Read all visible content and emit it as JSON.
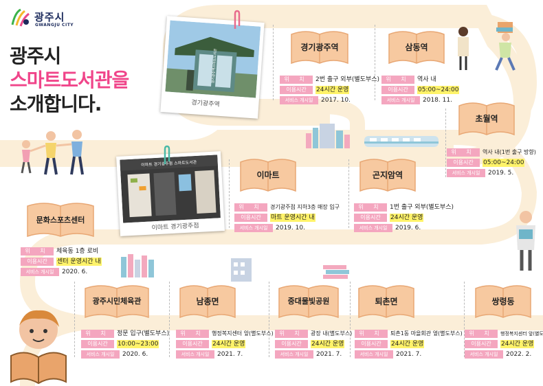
{
  "logo": {
    "name": "광주시",
    "sub": "GWANGJU CITY",
    "colors": {
      "navy": "#1b2a5c",
      "pink": "#e84a8b",
      "yellow": "#f5b82e",
      "green": "#3bb34a"
    }
  },
  "title": {
    "line1": "광주시",
    "line2": "스마트도서관을",
    "line3": "소개합니다.",
    "accent": "#f0458a"
  },
  "labels": {
    "location": "위 치",
    "hours": "이용시간",
    "started": "서비스 개시일"
  },
  "photos": [
    {
      "caption": "경기광주역",
      "sign": "경기광주역스마트도서관"
    },
    {
      "caption": "이마트 경기광주점",
      "sign": "이마트 경기광주점 스마트도서관"
    }
  ],
  "stations": [
    {
      "name": "경기광주역",
      "location": "2번 출구 외부(별도부스)",
      "hours": "24시간 운영",
      "started": "2017. 10."
    },
    {
      "name": "삼동역",
      "location": "역사 내",
      "hours": "05:00~24:00",
      "started": "2018. 11."
    },
    {
      "name": "초월역",
      "location": "역사 내(1번 출구 방향)",
      "hours": "05:00~24:00",
      "started": "2019. 5."
    },
    {
      "name": "이마트",
      "location": "경기광주점 지하3층 매장 입구",
      "hours": "마트 운영시간 내",
      "started": "2019. 10."
    },
    {
      "name": "곤지암역",
      "location": "1번 출구 외부(별도부스)",
      "hours": "24시간 운영",
      "started": "2019. 6."
    },
    {
      "name": "문화스포츠센터",
      "location": "체육동 1층 로비",
      "hours": "센터 운영시간 내",
      "started": "2020. 6."
    },
    {
      "name": "광주시민체육관",
      "location": "정문 입구(별도부스)",
      "hours": "10:00~23:00",
      "started": "2020. 6."
    },
    {
      "name": "남종면",
      "location": "행정복지센터 앞(별도부스)",
      "hours": "24시간 운영",
      "started": "2021. 7."
    },
    {
      "name": "중대물빛공원",
      "location": "광장 내(별도부스)",
      "hours": "24시간 운영",
      "started": "2021. 7."
    },
    {
      "name": "퇴촌면",
      "location": "퇴촌1동 마을회관 옆(별도부스)",
      "hours": "24시간 운영",
      "started": "2021. 7."
    },
    {
      "name": "쌍령동",
      "location": "행정복지센터 앞(별도부스)",
      "hours": "24시간 운영",
      "started": "2022. 2."
    }
  ],
  "colors": {
    "road": "#fbeed8",
    "label_bg": "#f4a6bf",
    "highlight": "#fff36a",
    "book": "#f7c9a0",
    "book_edge": "#e8a774"
  }
}
